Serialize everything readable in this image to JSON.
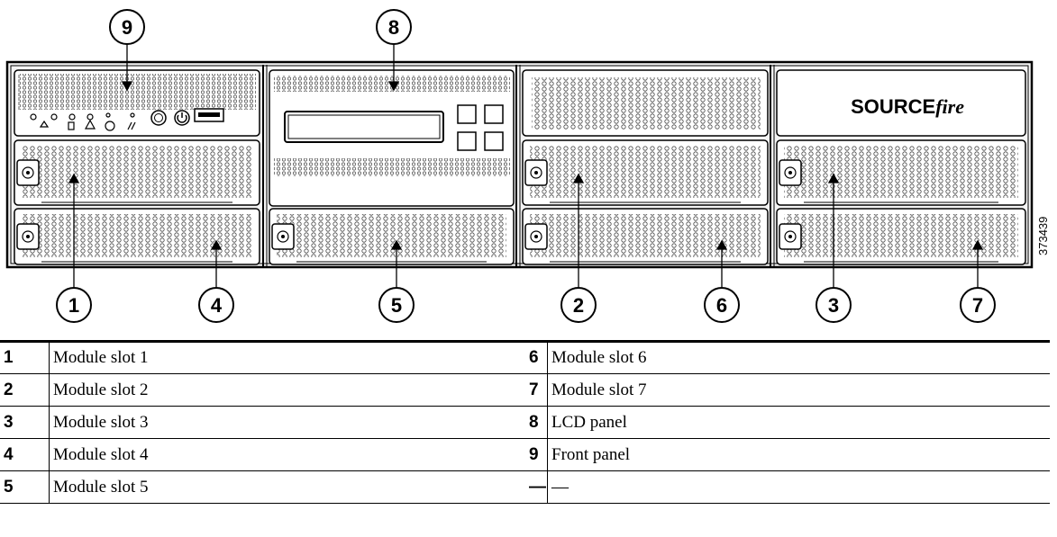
{
  "figure_id": "373439",
  "logo": {
    "text_part1": "SOURCE",
    "text_part2": "fire"
  },
  "callouts": [
    {
      "id": "1",
      "label": "1"
    },
    {
      "id": "2",
      "label": "2"
    },
    {
      "id": "3",
      "label": "3"
    },
    {
      "id": "4",
      "label": "4"
    },
    {
      "id": "5",
      "label": "5"
    },
    {
      "id": "6",
      "label": "6"
    },
    {
      "id": "7",
      "label": "7"
    },
    {
      "id": "8",
      "label": "8"
    },
    {
      "id": "9",
      "label": "9"
    }
  ],
  "legend": {
    "rows": [
      {
        "left_num": "1",
        "left_text": "Module slot 1",
        "right_num": "6",
        "right_text": "Module slot 6"
      },
      {
        "left_num": "2",
        "left_text": "Module slot 2",
        "right_num": "7",
        "right_text": "Module slot 7"
      },
      {
        "left_num": "3",
        "left_text": "Module slot 3",
        "right_num": "8",
        "right_text": "LCD panel"
      },
      {
        "left_num": "4",
        "left_text": "Module slot 4",
        "right_num": "9",
        "right_text": "Front panel"
      },
      {
        "left_num": "5",
        "left_text": "Module slot 5",
        "right_num": "—",
        "right_text": "—"
      }
    ]
  }
}
